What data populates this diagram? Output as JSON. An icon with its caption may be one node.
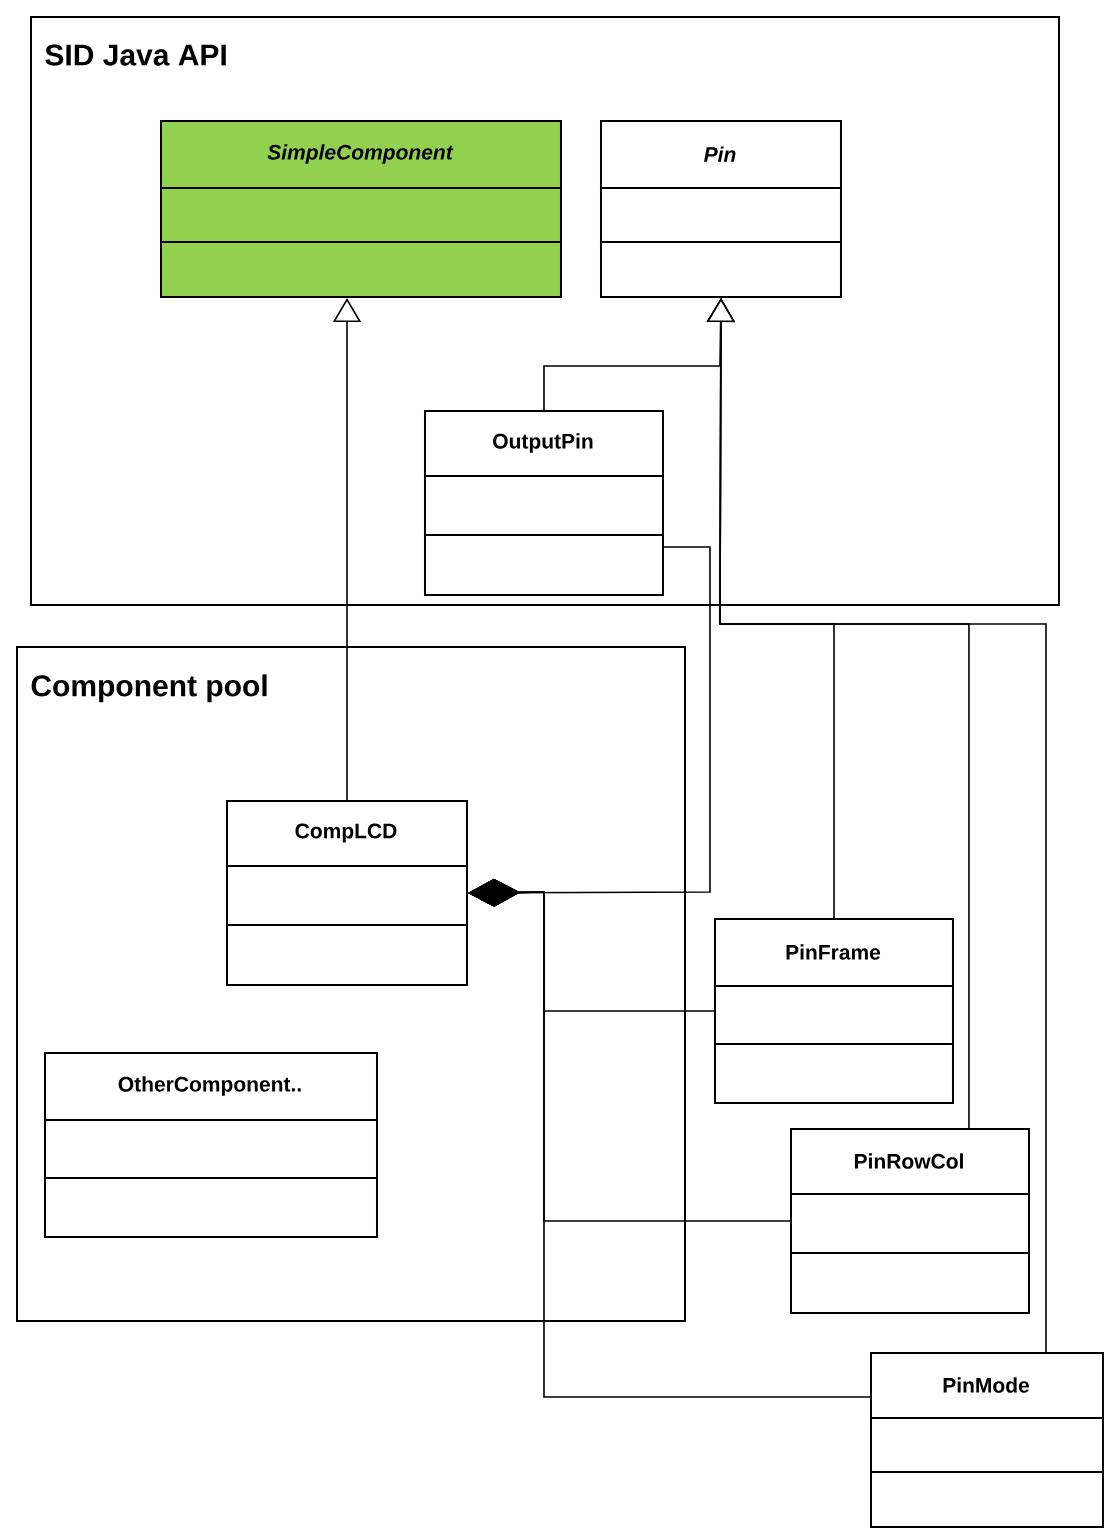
{
  "diagram": {
    "nodes": [
      {
        "text": [
          "SID Java API"
        ]
      },
      {
        "text": [
          "SimpleComponent"
        ],
        "in": 0
      },
      {
        "text": [
          "Pin"
        ],
        "in": 0
      },
      {
        "text": [
          "OutputPin"
        ],
        "in": 0
      },
      {
        "text": [
          "Component pool"
        ]
      },
      {
        "text": [
          "CompLCD"
        ],
        "in": 4
      },
      {
        "text": [
          "OtherComponent.."
        ],
        "in": 4
      },
      {
        "text": [
          "PinFrame"
        ]
      },
      {
        "text": [
          "PinRowCol"
        ]
      },
      {
        "text": [
          "PinMode"
        ]
      }
    ],
    "edges": [
      {
        "from": 5,
        "to": 1,
        "arrow": "to"
      },
      {
        "from": 3,
        "to": 2,
        "arrow": "to"
      },
      {
        "from": 7,
        "to": 2,
        "arrow": "to"
      },
      {
        "from": 8,
        "to": 2,
        "arrow": "to"
      },
      {
        "from": 9,
        "to": 2,
        "arrow": "to"
      },
      {
        "from": 5,
        "to": 3,
        "arrow": "other"
      },
      {
        "from": 5,
        "to": 7,
        "arrow": "other"
      },
      {
        "from": 5,
        "to": 8,
        "arrow": "other"
      },
      {
        "from": 5,
        "to": 9,
        "arrow": "other"
      }
    ]
  }
}
